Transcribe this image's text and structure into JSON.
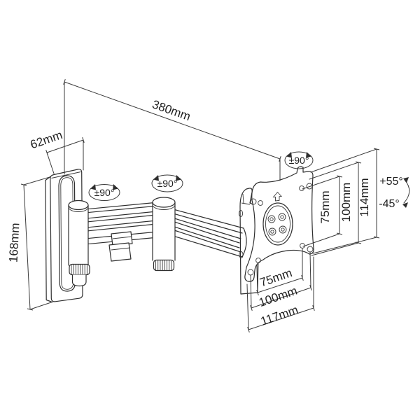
{
  "figure": {
    "type": "technical-line-drawing",
    "subject": "articulating TV/monitor wall mount arm with VESA plate",
    "background_color": "#ffffff",
    "line_color": "#2e2e2e"
  },
  "labels": {
    "arm_reach": "380mm",
    "wall_plate_width": "62mm",
    "wall_plate_height": "168mm",
    "swivel_wall_joint": "±90°",
    "swivel_mid_joint": "±90°",
    "swivel_vesa_joint": "±90°",
    "vesa_vertical_75": "75mm",
    "vesa_vertical_100": "100mm",
    "vesa_plate_height": "114mm",
    "vesa_horizontal_75": "75mm",
    "vesa_horizontal_100": "100mm",
    "vesa_plate_width": "117mm",
    "tilt_up": "+55°",
    "tilt_down": "-45°"
  }
}
